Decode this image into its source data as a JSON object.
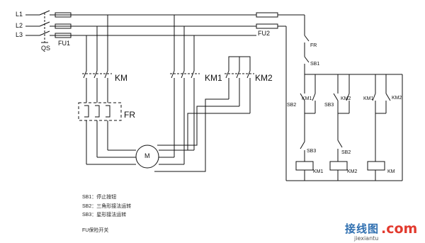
{
  "diagram": {
    "lines": {
      "l1": "L1",
      "l2": "L2",
      "l3": "L3"
    },
    "switch_qs": "QS",
    "fuse_fu1": "FU1",
    "fuse_fu2": "FU2",
    "contactor_km": "KM",
    "contactor_km1": "KM1",
    "contactor_km2": "KM2",
    "thermal_relay_fr": "FR",
    "motor": "M",
    "control": {
      "fr_contact": "FR",
      "sb1": "SB1",
      "sb2": "SB2",
      "sb3": "SB3",
      "col1_km": "KM1",
      "col2_km": "KM2",
      "col3_km1": "KM1",
      "col3_km2": "KM2",
      "sb3_lower": "SB3",
      "sb2_lower": "SB2",
      "coil_km1": "KM1",
      "coil_km2": "KM2",
      "coil_km": "KM"
    },
    "legend": [
      "SB1：停止按钮",
      "SB2：三角形接法运转",
      "SB3：星形接法运转"
    ],
    "legend_fu": "FU保险开关"
  },
  "watermark": {
    "site_cn": "接线图",
    "site_com": ".com",
    "site_sub": "jiexiantu"
  }
}
